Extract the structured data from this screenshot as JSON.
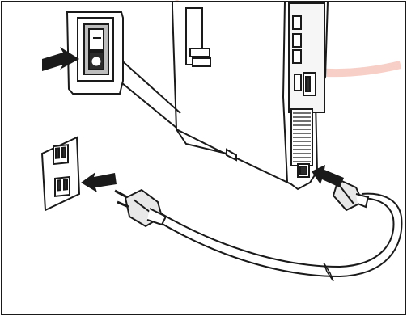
{
  "figure": {
    "alt": "",
    "components": [
      {
        "name": "power-switch-callout",
        "icon": "rocker-switch-icon"
      },
      {
        "name": "printer-rear-panel",
        "icon": "printer-icon"
      },
      {
        "name": "wall-outlet",
        "icon": "wall-outlet-icon"
      },
      {
        "name": "power-cord",
        "icon": "power-cord-icon"
      },
      {
        "name": "wall-plug",
        "icon": "plug-icon"
      },
      {
        "name": "appliance-connector",
        "icon": "iec-connector-icon"
      }
    ],
    "arrows": [
      {
        "name": "arrow-to-switch",
        "icon": "arrow-right-icon"
      },
      {
        "name": "arrow-to-outlet",
        "icon": "arrow-left-icon"
      },
      {
        "name": "arrow-to-inlet",
        "icon": "arrow-left-icon"
      }
    ],
    "colors": {
      "line": "#1a1a1a",
      "fill_light": "#ffffff",
      "fill_gray": "#bdbdbd",
      "fill_dark": "#2b2b2b",
      "watermark": "#f0a898"
    }
  }
}
